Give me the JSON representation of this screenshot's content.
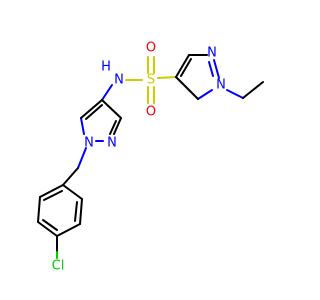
{
  "molecule": {
    "atoms": {
      "sulfur": "S",
      "oxygen_top": "O",
      "oxygen_bottom": "O",
      "amide_n": "N",
      "amide_h": "H",
      "pyrazole_right_n_top": "N",
      "pyrazole_right_n1": "N",
      "pyrazole_left_n1": "N",
      "pyrazole_left_n2": "N",
      "chlorine": "Cl"
    },
    "colors": {
      "carbon": "#000000",
      "nitrogen": "#0000ff",
      "oxygen": "#ff0000",
      "sulfur": "#cccc00",
      "chlorine": "#00cc00"
    }
  }
}
